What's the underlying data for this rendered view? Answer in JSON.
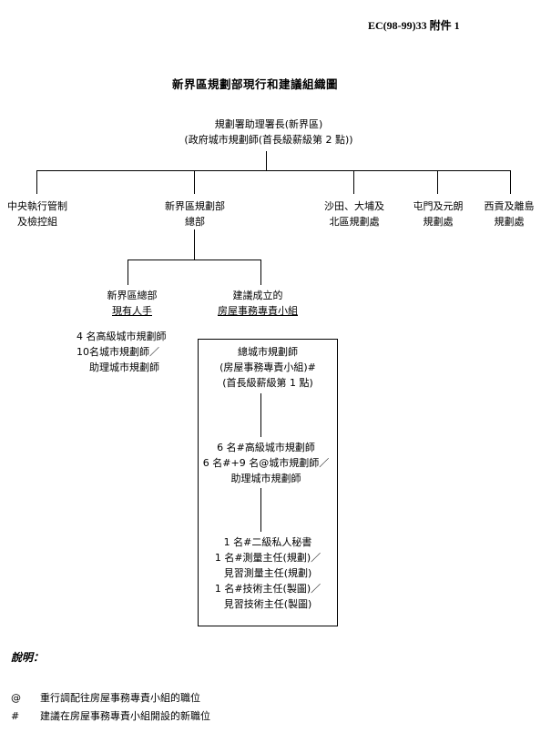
{
  "header": {
    "ref": "EC(98-99)33 附件 1"
  },
  "title": "新界區規劃部現行和建議組織圖",
  "top": {
    "line1": "規劃署助理署長(新界區)",
    "line2": "(政府城市規劃師(首長級薪級第 2 點))"
  },
  "branches": [
    {
      "line1": "中央執行管制",
      "line2": "及檢控組"
    },
    {
      "line1": "新界區規劃部",
      "line2": "總部"
    },
    {
      "line1": "沙田、大埔及",
      "line2": "北區規劃處"
    },
    {
      "line1": "屯門及元朗",
      "line2": "規劃處"
    },
    {
      "line1": "西貢及離島",
      "line2": "規劃處"
    }
  ],
  "hq": {
    "left": {
      "line1": "新界區總部",
      "line2": "現有人手"
    },
    "right": {
      "line1": "建議成立的",
      "line2": "房屋事務專責小組"
    }
  },
  "current_staff": [
    "4  名高級城市規劃師",
    "10名城市規劃師／",
    "助理城市規劃師"
  ],
  "task_force": {
    "head": [
      "總城市規劃師",
      "(房屋事務專責小組)#",
      "(首長級薪級第 1 點)"
    ],
    "planners": [
      "6 名#高級城市規劃師",
      "6 名#+9 名@城市規劃師／",
      "助理城市規劃師"
    ],
    "support": [
      "1 名#二級私人秘書",
      "1 名#測量主任(規劃)／",
      "見習測量主任(規劃)",
      "1 名#技術主任(製圖)／",
      "見習技術主任(製圖)"
    ]
  },
  "notes": {
    "title": "說明：",
    "items": [
      {
        "symbol": "@",
        "text": "重行調配往房屋事務專責小組的職位"
      },
      {
        "symbol": "#",
        "text": "建議在房屋事務專責小組開設的新職位"
      }
    ]
  }
}
